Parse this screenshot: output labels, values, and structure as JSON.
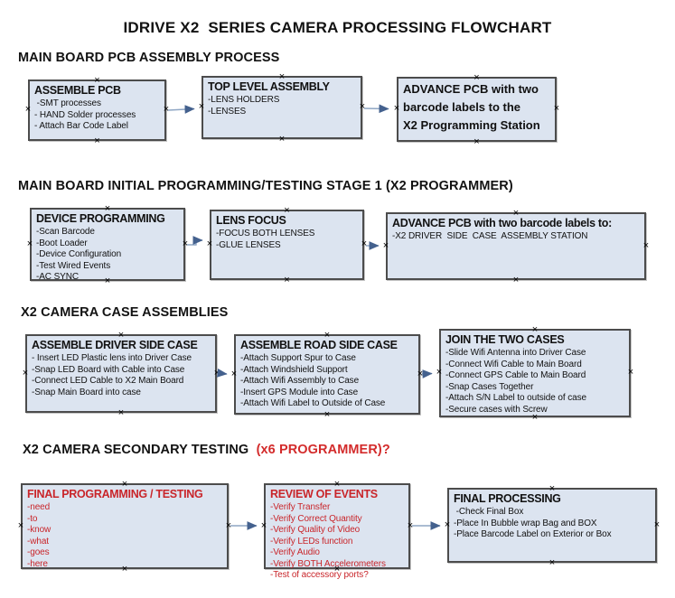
{
  "title": "IDRIVE X2  SERIES CAMERA PROCESSING FLOWCHART",
  "headers": {
    "h1": "MAIN BOARD PCB ASSEMBLY PROCESS",
    "h2": "MAIN BOARD INITIAL PROGRAMMING/TESTING STAGE 1 (X2 PROGRAMMER)",
    "h3": "X2 CAMERA CASE ASSEMBLIES",
    "h4_black": "X2 CAMERA SECONDARY TESTING  ",
    "h4_red": "(x6 PROGRAMMER)?"
  },
  "colors": {
    "page_bg": "#ffffff",
    "box_fill": "#dce4f0",
    "box_border": "#4c4c4c",
    "text_black": "#121212",
    "red_text": "#c9252a",
    "header_red": "#d32b2b",
    "arrow_line": "#8ea6c4",
    "arrow_head": "#44618e"
  },
  "boxes": {
    "assemble_pcb": {
      "title": "ASSEMBLE PCB",
      "items": [
        " -SMT processes",
        "- HAND Solder processes",
        "- Attach Bar Code Label"
      ]
    },
    "top_level_assembly": {
      "title": "TOP LEVEL ASSEMBLY",
      "items": [
        "-LENS HOLDERS",
        "-LENSES"
      ]
    },
    "advance_pcb_row1": {
      "title": "ADVANCE PCB with two\nbarcode labels to the\n X2 Programming Station",
      "items": []
    },
    "device_programming": {
      "title": "DEVICE PROGRAMMING",
      "items": [
        "-Scan Barcode",
        "-Boot Loader",
        "-Device Configuration",
        "-Test Wired Events",
        "-AC SYNC"
      ]
    },
    "lens_focus": {
      "title": "LENS FOCUS",
      "items": [
        "-FOCUS BOTH LENSES",
        "-GLUE LENSES"
      ]
    },
    "advance_pcb_row2": {
      "title": "ADVANCE PCB with two barcode labels to:",
      "items": [
        "-X2 DRIVER  SIDE  CASE  ASSEMBLY STATION"
      ]
    },
    "assemble_driver_side_case": {
      "title": "ASSEMBLE DRIVER SIDE CASE",
      "items": [
        "- Insert LED Plastic lens into Driver Case",
        "-Snap LED Board with Cable into Case",
        "-Connect LED Cable to X2 Main Board",
        "-Snap Main Board into case"
      ]
    },
    "assemble_road_side_case": {
      "title": "ASSEMBLE ROAD SIDE CASE",
      "items": [
        "-Attach Support Spur to Case",
        "-Attach Windshield Support",
        "-Attach Wifi Assembly to Case",
        "-Insert GPS Module into Case",
        "-Attach Wifi Label to Outside of Case"
      ]
    },
    "join_the_two_cases": {
      "title": "JOIN THE TWO CASES",
      "items": [
        "-Slide Wifi Antenna into Driver Case",
        "-Connect Wifi Cable to Main Board",
        "-Connect GPS Cable to Main Board",
        "-Snap Cases Together",
        "-Attach S/N Label to outside of case",
        "-Secure cases with Screw"
      ]
    },
    "final_programming_testing": {
      "title": "FINAL PROGRAMMING / TESTING",
      "items": [
        "-need",
        "-to",
        "-know",
        "-what",
        "-goes",
        "-here"
      ]
    },
    "review_of_events": {
      "title": "REVIEW OF EVENTS",
      "items": [
        "-Verify Transfer",
        "-Verify Correct Quantity",
        "-Verify Quality of Video",
        "-Verify LEDs function",
        "-Verify Audio",
        "-Verify BOTH Accelerometers",
        "-Test of accessory ports?"
      ]
    },
    "final_processing": {
      "title": "FINAL PROCESSING",
      "items": [
        " -Check Final Box",
        "-Place In Bubble wrap Bag and BOX",
        "-Place Barcode Label on Exterior or Box"
      ]
    }
  }
}
